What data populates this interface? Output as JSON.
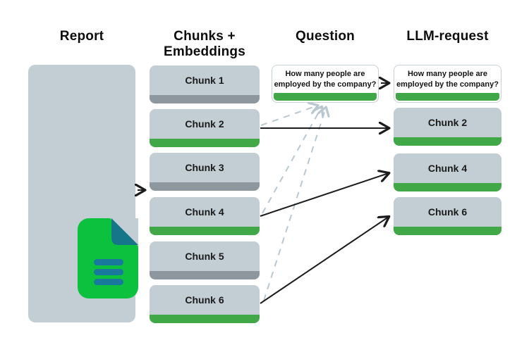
{
  "headers": {
    "report": "Report",
    "chunks_line1": "Chunks +",
    "chunks_line2": "Embeddings",
    "question": "Question",
    "llm": "LLM-request"
  },
  "chunks": {
    "items": [
      {
        "label": "Chunk 1",
        "stripe": "gray"
      },
      {
        "label": "Chunk 2",
        "stripe": "green"
      },
      {
        "label": "Chunk 3",
        "stripe": "gray"
      },
      {
        "label": "Chunk 4",
        "stripe": "green"
      },
      {
        "label": "Chunk 5",
        "stripe": "gray"
      },
      {
        "label": "Chunk 6",
        "stripe": "green"
      }
    ]
  },
  "question": {
    "line1": "How many people are",
    "line2": "employed by the company?"
  },
  "llm_request": {
    "question": {
      "line1": "How many people are",
      "line2": "employed by the company?"
    },
    "chunks": [
      {
        "label": "Chunk 2"
      },
      {
        "label": "Chunk 4"
      },
      {
        "label": "Chunk 6"
      }
    ]
  },
  "icons": {
    "document": "document-icon"
  },
  "colors": {
    "chunk_body": "#c3ced4",
    "stripe_green": "#41a847",
    "stripe_gray": "#8e979e",
    "doc_green": "#0cc13d",
    "doc_teal": "#15768a",
    "doc_lines": "#19799c",
    "dashed_line": "#b9c7d0",
    "arrow": "#1c1c1c"
  }
}
